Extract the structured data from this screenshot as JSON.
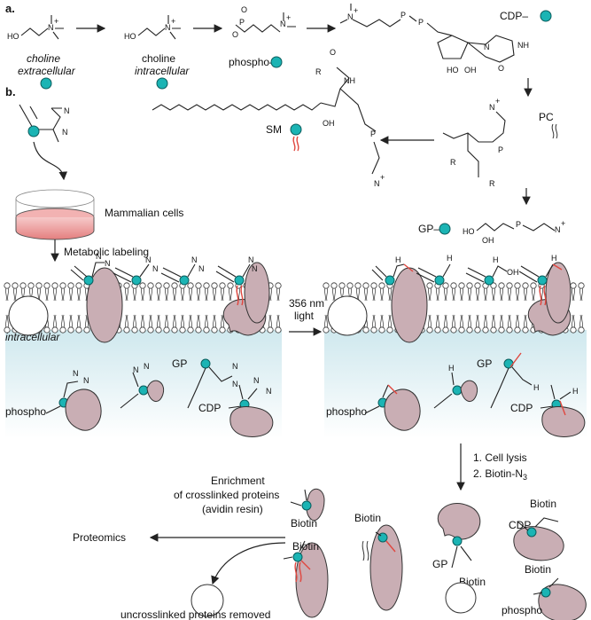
{
  "panel_a": {
    "label": "a.",
    "choline_ext_1": "choline",
    "choline_ext_2": "extracellular",
    "choline_int_1": "choline",
    "choline_int_2": "intracellular",
    "phospho": "phospho–",
    "cdp": "CDP–",
    "pc": "PC",
    "sm": "SM",
    "gp": "GP–"
  },
  "panel_b": {
    "label": "b.",
    "mammalian_cells": "Mammalian cells",
    "metabolic_labeling": "Metabolic labeling",
    "intracellular": "intracellular",
    "light_1": "356 nm",
    "light_2": "light",
    "gp": "GP",
    "phospho": "phospho",
    "cdp": "CDP",
    "cell_lysis": "1. Cell lysis",
    "biotin_n3": "2. Biotin-N",
    "biotin_n3_sub": "3",
    "enrich_1": "Enrichment",
    "enrich_2": "of crosslinked proteins",
    "enrich_3": "(avidin resin)",
    "proteomics": "Proteomics",
    "uncrosslinked": "uncrosslinked proteins removed",
    "biotin": "Biotin"
  },
  "colors": {
    "probe": "#1bb4b4",
    "protein": "#c9aeb4",
    "crosslink": "#e0473f",
    "cytosol": "#d9eef2"
  }
}
